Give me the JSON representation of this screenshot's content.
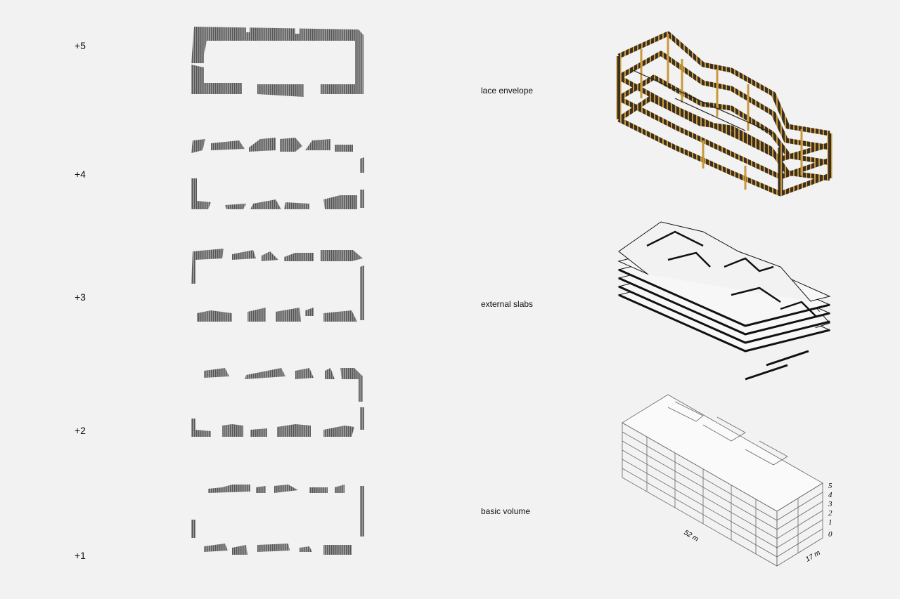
{
  "levels": [
    {
      "label": "+5"
    },
    {
      "label": "+4"
    },
    {
      "label": "+3"
    },
    {
      "label": "+2"
    },
    {
      "label": "+1"
    }
  ],
  "layers": [
    {
      "label": "lace envelope"
    },
    {
      "label": "external slabs"
    },
    {
      "label": "basic volume"
    }
  ],
  "dimensions": {
    "length": "52 m",
    "width": "17 m"
  },
  "floor_numbers": [
    "5",
    "4",
    "3",
    "2",
    "1",
    "0"
  ],
  "colors": {
    "background": "#f2f2f2",
    "plan_hatch": "#777777",
    "lace_gold": "#c89a3c",
    "lace_dark": "#3b3022",
    "line": "#111111"
  }
}
